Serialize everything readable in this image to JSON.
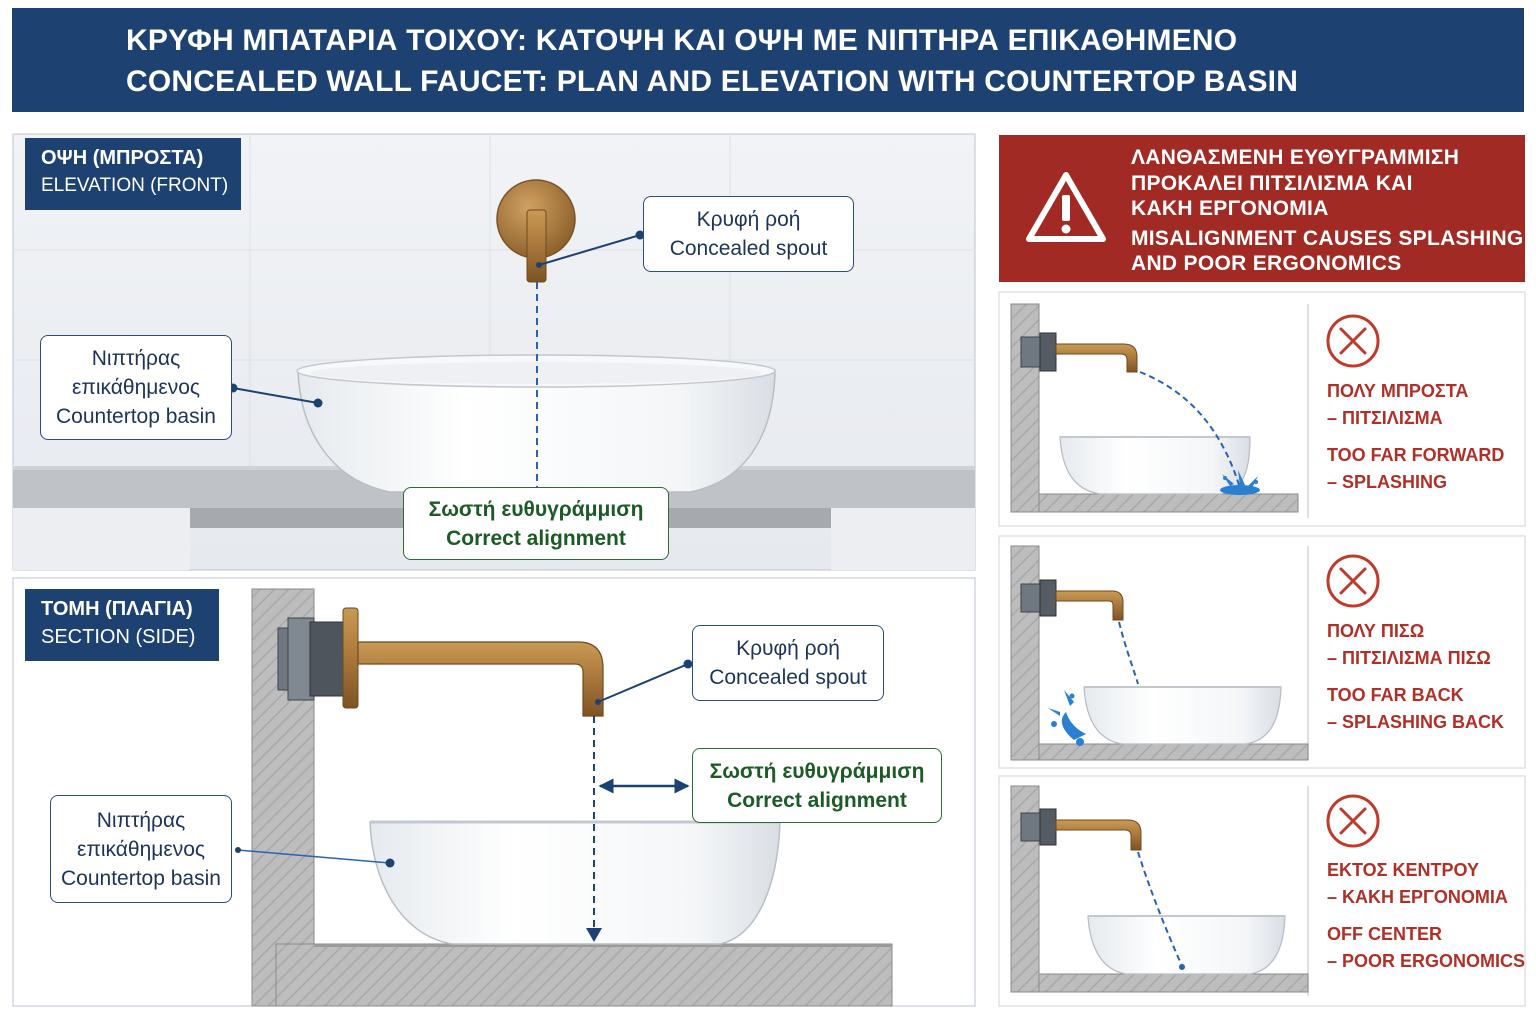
{
  "header": {
    "title_gr": "ΚΡΥΦΗ ΜΠΑΤΑΡΙΑ ΤΟΙΧΟΥ: ΚΑΤΟΨΗ ΚΑΙ ΟΨΗ ΜΕ ΝΙΠΤΗΡΑ ΕΠΙΚΑΘΗΜΕΝΟ",
    "title_en": "CONCEALED WALL FAUCET: PLAN AND ELEVATION WITH COUNTERTOP BASIN"
  },
  "elevation": {
    "tag_gr": "ΟΨΗ (ΜΠΡΟΣΤΑ)",
    "tag_en": "ELEVATION (FRONT)",
    "spout_gr": "Κρυφή ροή",
    "spout_en": "Concealed spout",
    "basin_gr1": "Νιπτήρας",
    "basin_gr2": "επικάθημενος",
    "basin_en": "Countertop basin",
    "align_gr": "Σωστή ευθυγράμμιση",
    "align_en": "Correct alignment"
  },
  "section": {
    "tag_gr": "ΤΟΜΗ (ΠΛΑΓΙΑ)",
    "tag_en": "SECTION (SIDE)",
    "spout_gr": "Κρυφή ροή",
    "spout_en": "Concealed spout",
    "basin_gr1": "Νιπτήρας",
    "basin_gr2": "επικάθημενος",
    "basin_en": "Countertop basin",
    "align_gr": "Σωστή ευθυγράμμιση",
    "align_en": "Correct alignment"
  },
  "warning": {
    "gr_line1": "ΛΑΝΘΑΣΜΕΝΗ ΕΥΘΥΓΡΑΜΜΙΣΗ",
    "gr_line2": "ΠΡΟΚΑΛΕΙ ΠΙΤΣΙΛΙΣΜΑ ΚΑΙ",
    "gr_line3": "ΚΑΚΗ ΕΡΓΟΝΟΜΙΑ",
    "en_line1": "MISALIGNMENT CAUSES SPLASHING",
    "en_line2": "AND POOR ERGONOMICS"
  },
  "errors": [
    {
      "gr1": "ΠΟΛΥ ΜΠΡΟΣΤΑ",
      "gr2": "– ΠΙΤΣΙΛΙΣΜΑ",
      "en1": "TOO FAR FORWARD",
      "en2": "– SPLASHING"
    },
    {
      "gr1": "ΠΟΛΥ ΠΙΣΩ",
      "gr2": "– ΠΙΤΣΙΛΙΣΜΑ ΠΙΣΩ",
      "en1": "TOO FAR BACK",
      "en2": "– SPLASHING BACK"
    },
    {
      "gr1": "ΕΚΤΟΣ ΚΕΝΤΡΟΥ",
      "gr2": "– ΚΑΚΗ ΕΡΓΟΝΟΜΙΑ",
      "en1": "OFF CENTER",
      "en2": "– POOR ERGONOMICS"
    }
  ],
  "colors": {
    "navy": "#1d4272",
    "brass": "#a9773a",
    "warning_red": "#a12a24",
    "water_blue": "#2a62b0",
    "correct_green": "#2c6b35"
  },
  "icons": [
    "warning-triangle-icon",
    "error-x-icon"
  ]
}
